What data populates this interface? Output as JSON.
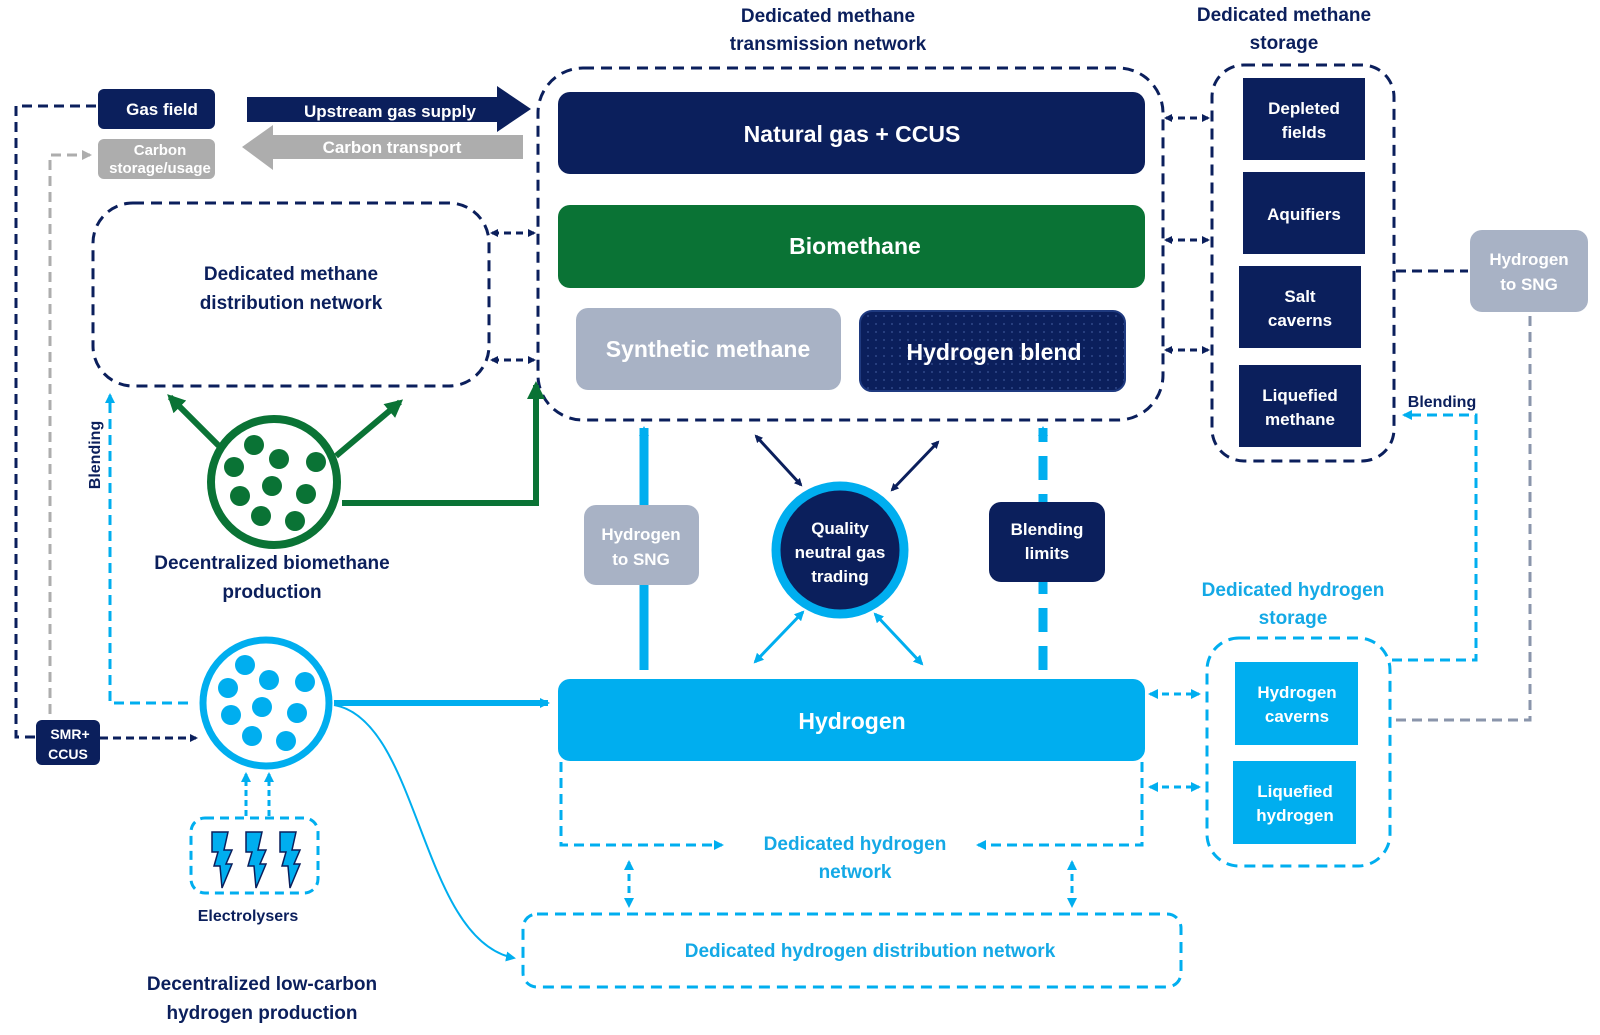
{
  "colors": {
    "navy": "#0b1f5c",
    "green": "#0a7335",
    "cyan": "#00aeef",
    "grey": "#a8b2c5",
    "light_grey": "#adadad",
    "dashed_grey": "#8a95ab"
  },
  "titles": {
    "transmission_line1": "Dedicated methane",
    "transmission_line2": "transmission network",
    "storage_line1": "Dedicated methane",
    "storage_line2": "storage",
    "distribution_line1": "Dedicated methane",
    "distribution_line2": "distribution network",
    "biomethane_prod_line1": "Decentralized biomethane",
    "biomethane_prod_line2": "production",
    "h2_prod_line1": "Decentralized low-carbon",
    "h2_prod_line2": "hydrogen production",
    "h2_storage_line1": "Dedicated hydrogen",
    "h2_storage_line2": "storage",
    "h2_network_line1": "Dedicated hydrogen",
    "h2_network_line2": "network",
    "h2_distribution": "Dedicated hydrogen distribution network"
  },
  "upstream": {
    "gas_field": "Gas field",
    "carbon_storage_line1": "Carbon",
    "carbon_storage_line2": "storage/usage",
    "upstream_supply": "Upstream gas supply",
    "carbon_transport": "Carbon transport"
  },
  "transmission_blocks": {
    "natural_gas": "Natural gas + CCUS",
    "biomethane": "Biomethane",
    "synthetic_methane": "Synthetic methane",
    "hydrogen_blend": "Hydrogen blend"
  },
  "methane_storage": [
    {
      "line1": "Depleted",
      "line2": "fields"
    },
    {
      "line1": "Aquifiers",
      "line2": ""
    },
    {
      "line1": "Salt",
      "line2": "caverns"
    },
    {
      "line1": "Liquefied",
      "line2": "methane"
    }
  ],
  "h2_to_sng_right": {
    "line1": "Hydrogen",
    "line2": "to SNG"
  },
  "h2_to_sng_center": {
    "line1": "Hydrogen",
    "line2": "to SNG"
  },
  "trading": {
    "line1": "Quality",
    "line2": "neutral gas",
    "line3": "trading"
  },
  "blending_limits": {
    "line1": "Blending",
    "line2": "limits"
  },
  "hydrogen_bar": "Hydrogen",
  "h2_storage": [
    {
      "line1": "Hydrogen",
      "line2": "caverns"
    },
    {
      "line1": "Liquefied",
      "line2": "hydrogen"
    }
  ],
  "smr": {
    "line1": "SMR+",
    "line2": "CCUS"
  },
  "electrolysers": "Electrolysers",
  "labels": {
    "blending_left": "Blending",
    "blending_right": "Blending"
  }
}
